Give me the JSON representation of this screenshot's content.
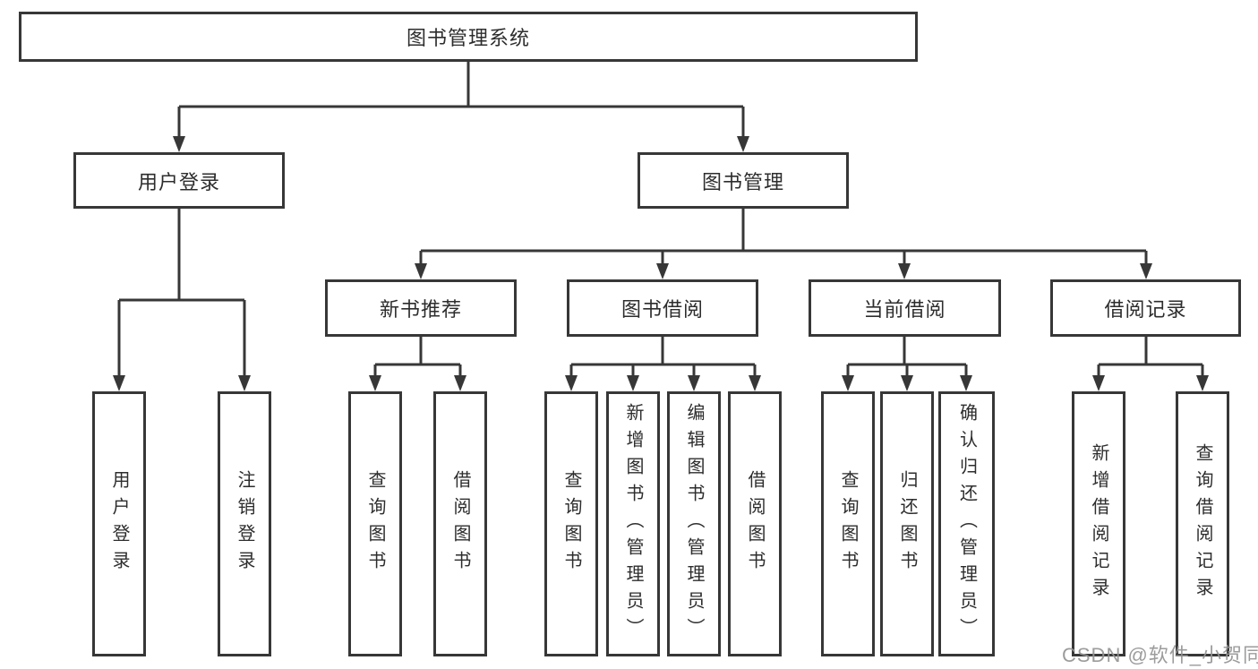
{
  "colors": {
    "line": "#373737",
    "box_border": "#373737",
    "box_background": "#ffffff",
    "text": "#2d2d2d",
    "watermark": "#949494"
  },
  "tree": {
    "root": {
      "label": "图书管理系统"
    },
    "user": {
      "label": "用户登录",
      "children": [
        {
          "label": "用户登录"
        },
        {
          "label": "注销登录"
        }
      ]
    },
    "mgmt": {
      "label": "图书管理",
      "sections": [
        {
          "label": "新书推荐",
          "children": [
            {
              "label": "查询图书"
            },
            {
              "label": "借阅图书"
            }
          ]
        },
        {
          "label": "图书借阅",
          "children": [
            {
              "label": "查询图书"
            },
            {
              "label": "新增图书（管理员）"
            },
            {
              "label": "编辑图书（管理员）"
            },
            {
              "label": "借阅图书"
            }
          ]
        },
        {
          "label": "当前借阅",
          "children": [
            {
              "label": "查询图书"
            },
            {
              "label": "归还图书"
            },
            {
              "label": "确认归还（管理员）"
            }
          ]
        },
        {
          "label": "借阅记录",
          "children": [
            {
              "label": "新增借阅记录"
            },
            {
              "label": "查询借阅记录"
            }
          ]
        }
      ]
    }
  },
  "watermark": {
    "text": "CSDN @软件_小贺同学"
  }
}
